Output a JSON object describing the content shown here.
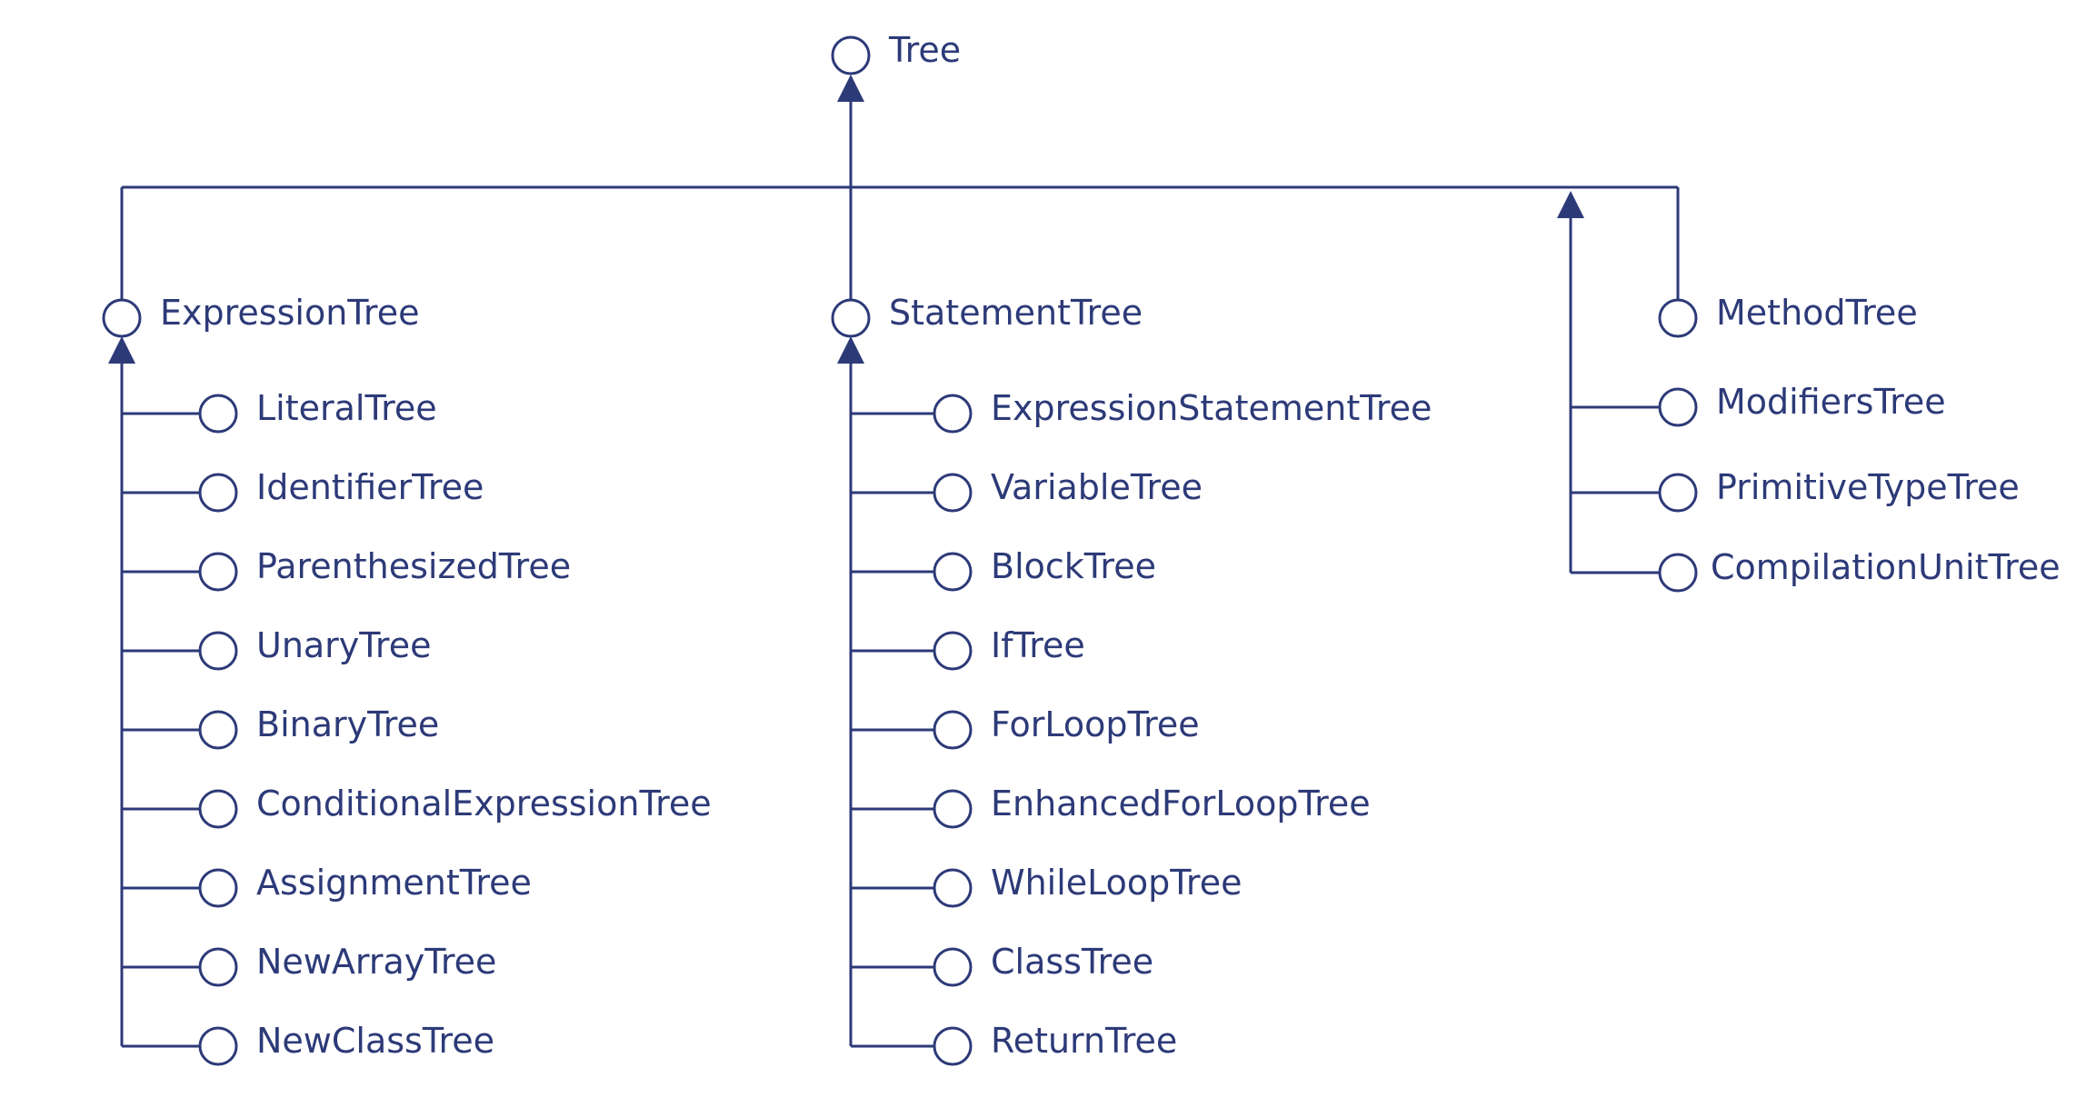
{
  "colors": {
    "line": "#2d3a78",
    "text": "#2d3a78",
    "background": "#ffffff"
  },
  "root": {
    "label": "Tree"
  },
  "groups": [
    {
      "label": "ExpressionTree",
      "children": [
        "LiteralTree",
        "IdentifierTree",
        "ParenthesizedTree",
        "UnaryTree",
        "BinaryTree",
        "ConditionalExpressionTree",
        "AssignmentTree",
        "NewArrayTree",
        "NewClassTree"
      ]
    },
    {
      "label": "StatementTree",
      "children": [
        "ExpressionStatementTree",
        "VariableTree",
        "BlockTree",
        "IfTree",
        "ForLoopTree",
        "EnhancedForLoopTree",
        "WhileLoopTree",
        "ClassTree",
        "ReturnTree"
      ]
    }
  ],
  "others": [
    "MethodTree",
    "ModifiersTree",
    "PrimitiveTypeTree",
    "CompilationUnitTree"
  ]
}
